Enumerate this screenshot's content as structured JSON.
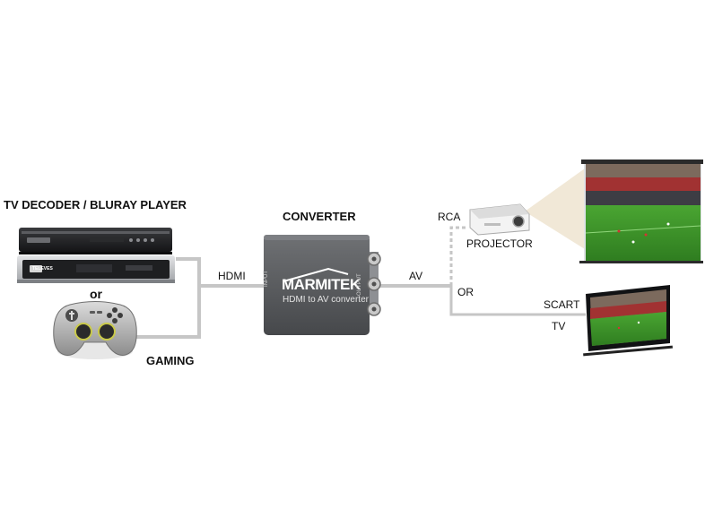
{
  "labels": {
    "source_title": "TV DECODER / BLURAY PLAYER",
    "or_small": "or",
    "gaming": "GAMING",
    "converter_title": "CONVERTER",
    "hdmi": "HDMI",
    "av": "AV",
    "rca": "RCA",
    "projector": "PROJECTOR",
    "or_caps": "OR",
    "scart": "SCART",
    "tv": "TV"
  },
  "device": {
    "brand": "MARMITEK",
    "model": "HDMI to AV converter",
    "input_label": "INPUT",
    "output_label": "OUTPUT",
    "decoder_brand": "TELEVES"
  },
  "colors": {
    "cable": "#c6c6c6",
    "converter_body": "#5b5d60",
    "pitch_green": "#3f9a2a",
    "projector_beam": "#efe6d3",
    "text": "#111111"
  }
}
